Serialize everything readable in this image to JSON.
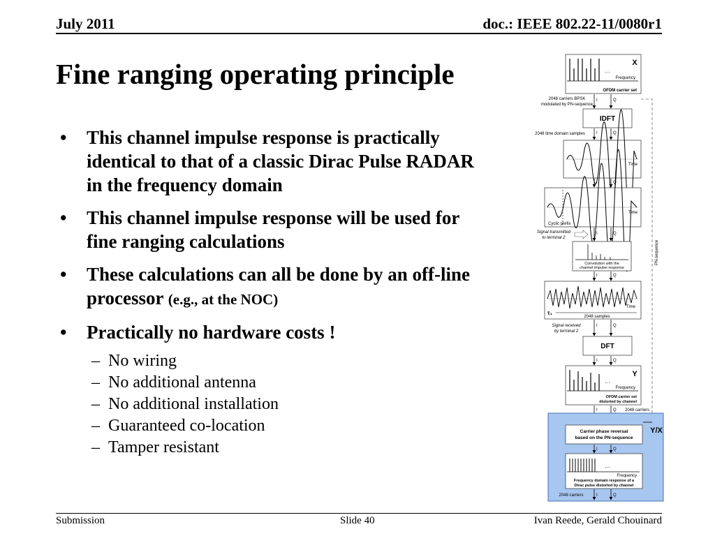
{
  "header": {
    "date": "July 2011",
    "doc": "doc.: IEEE 802.22-11/0080r1"
  },
  "title": "Fine ranging operating principle",
  "bullets": [
    {
      "text": "This channel impulse response is practically identical to that of a classic Dirac Pulse RADAR in the frequency domain"
    },
    {
      "text": "This channel impulse response will be used for fine ranging calculations"
    },
    {
      "text": "These calculations can all be done by an off-line processor",
      "note": "(e.g., at the NOC)"
    },
    {
      "text": "Practically no hardware costs !"
    }
  ],
  "subbullets": [
    "No wiring",
    "No additional antenna",
    "No additional installation",
    "Guaranteed co-location",
    "Tamper resistant"
  ],
  "diagram": {
    "x_label": "X",
    "y_label": "Y",
    "yx_label": "Y/X",
    "ellipsis": "…",
    "frequency": "Frequency",
    "time": "Time",
    "ofdm_carrier_set": "OFDM carrier set",
    "bpsk_line1": "2048 carriers BPSK",
    "bpsk_line2": "modulated by PN-sequence",
    "i": "I",
    "q": "Q",
    "idft": "IDFT",
    "time_samples": "2048 time domain  samples",
    "cyclic_prefix": "Cyclic prefix",
    "transmitted_line1": "Signal transmitted",
    "transmitted_line2": "to terminal 2",
    "convolution_line1": "Convolution with the",
    "convolution_line2": "channel impulse response",
    "pn_sequence": "PN-sequence",
    "tau": "τ₁",
    "samples_2048": "2048 samples",
    "received_line1": "Signal received",
    "received_line2": "by terminal 2",
    "dft": "DFT",
    "distorted_line1": "OFDM carrier set",
    "distorted_line2": "distorted by channel",
    "carriers_2048": "2048 carriers",
    "reversal_line1": "Carrier phase reversal",
    "reversal_line2": "based on the PN-sequence",
    "fdr_line1": "Frequency domain response of a",
    "fdr_line2": "Dirac pulse distorted by channel"
  },
  "footer": {
    "left": "Submission",
    "center": "Slide 40",
    "right": "Ivan Reede, Gerald Chouinard"
  }
}
